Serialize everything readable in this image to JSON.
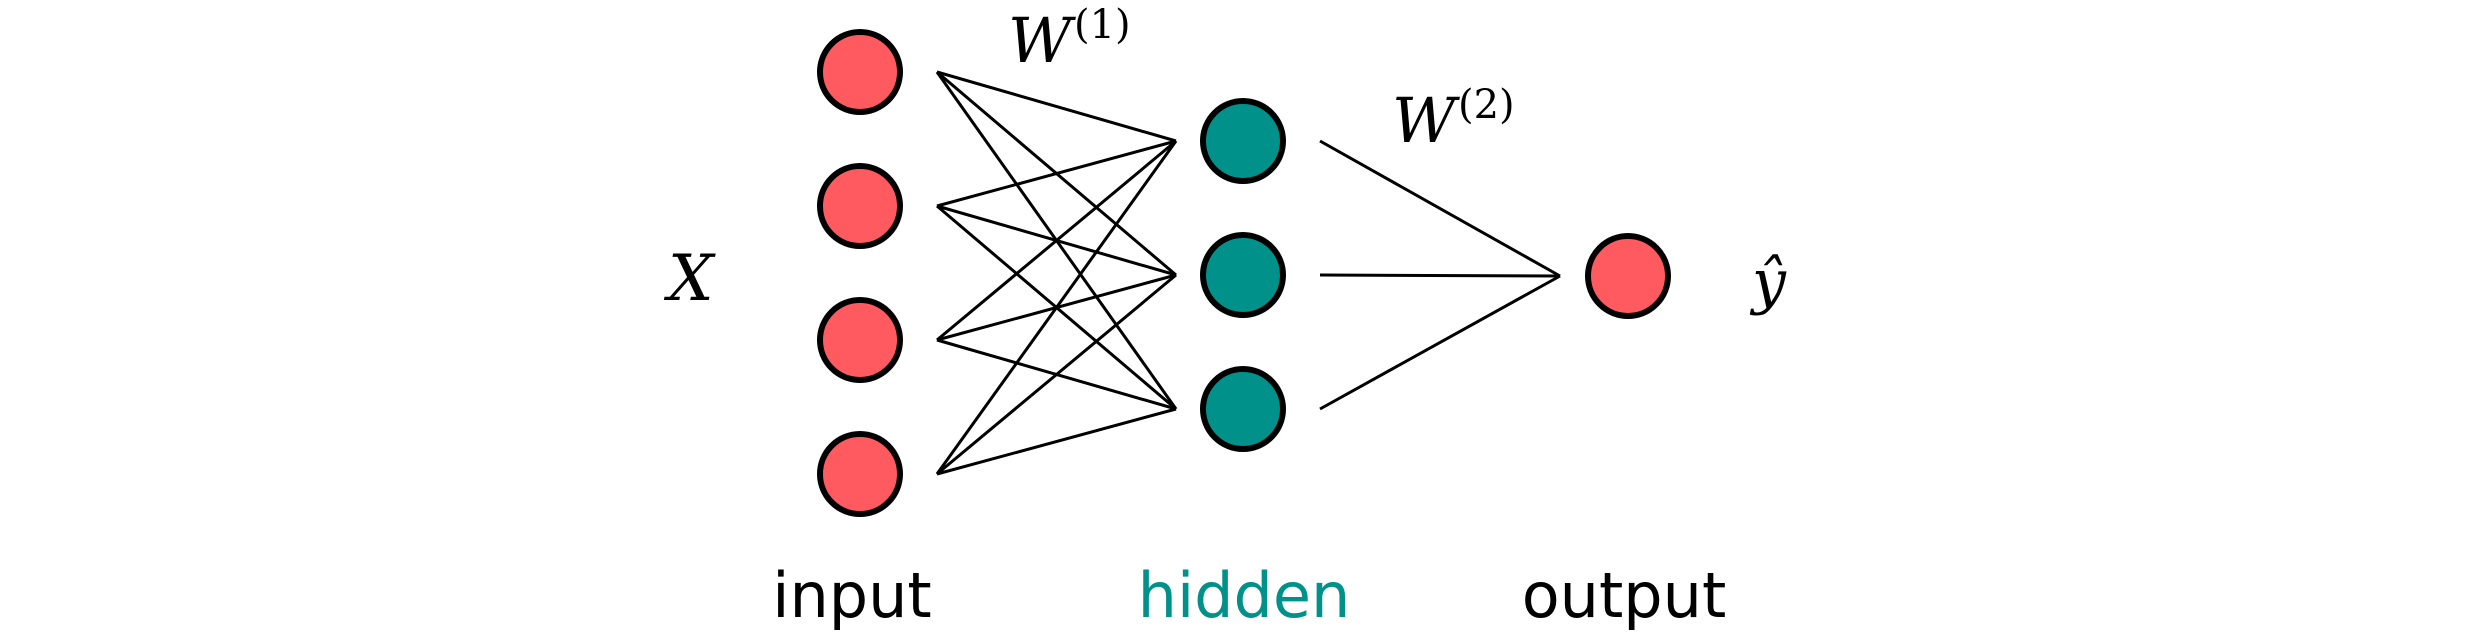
{
  "diagram": {
    "input_symbol": "X",
    "output_symbol": "ŷ",
    "weights_1": {
      "base": "W",
      "superscript": "(1)"
    },
    "weights_2": {
      "base": "W",
      "superscript": "(2)"
    },
    "layers": [
      {
        "label": "input",
        "nodes": 4,
        "color": "#ff5a5f",
        "label_color": "#000000"
      },
      {
        "label": "hidden",
        "nodes": 3,
        "color": "#00918a",
        "label_color": "#00918a"
      },
      {
        "label": "output",
        "nodes": 1,
        "color": "#ff5a5f",
        "label_color": "#000000"
      }
    ],
    "edge_color": "#000000"
  }
}
